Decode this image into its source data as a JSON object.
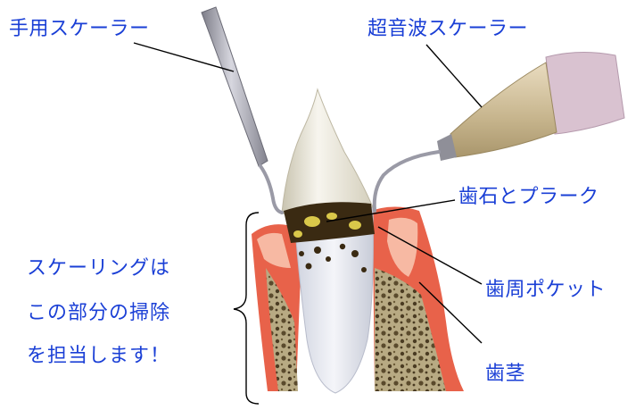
{
  "labels": {
    "hand_scaler": "手用スケーラー",
    "ultrasonic_scaler": "超音波スケーラー",
    "calculus_plaque": "歯石とプラーク",
    "periodontal_pocket": "歯周ポケット",
    "gum": "歯茎"
  },
  "note_lines": [
    "スケーリングは",
    "この部分の掃除",
    "を担当します！"
  ],
  "colors": {
    "label": "#1a3fd6",
    "gum_outer": "#e8624a",
    "gum_inner": "#f7b9a3",
    "bone": "#b0a27c",
    "tooth": "#f1efe6",
    "calculus": "#3a2a12",
    "plaque": "#d9c84a"
  }
}
